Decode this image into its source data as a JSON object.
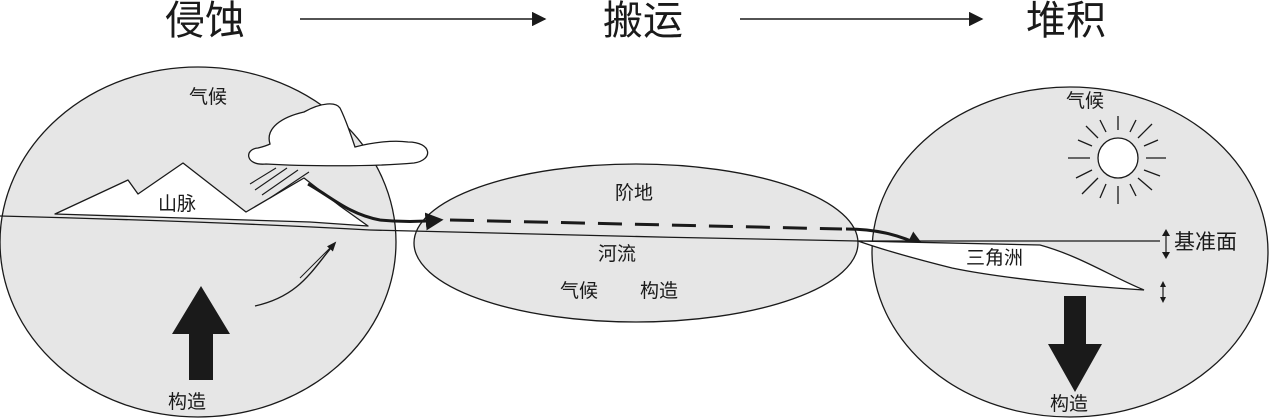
{
  "header": {
    "stage1": "侵蚀",
    "stage2": "搬运",
    "stage3": "堆积"
  },
  "erosion": {
    "climate": "气候",
    "mountain": "山脉",
    "tectonics": "构造"
  },
  "transport": {
    "terrace": "阶地",
    "river": "河流",
    "climate": "气候",
    "tectonics": "构造"
  },
  "deposition": {
    "climate": "气候",
    "base_level": "基准面",
    "delta": "三角洲",
    "tectonics": "构造"
  },
  "colors": {
    "circle_fill": "#e6e6e6",
    "ink": "#1a1a1a",
    "white": "#ffffff"
  }
}
